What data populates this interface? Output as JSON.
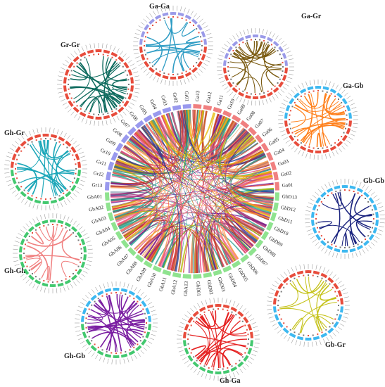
{
  "center": {
    "chromosomes": [
      {
        "name": "GbA01",
        "color": "#8fe38f"
      },
      {
        "name": "GbA02",
        "color": "#8fe38f"
      },
      {
        "name": "GbA03",
        "color": "#8fe38f"
      },
      {
        "name": "GbA04",
        "color": "#8fe38f"
      },
      {
        "name": "GbA05",
        "color": "#8fe38f"
      },
      {
        "name": "GbA06",
        "color": "#8fe38f"
      },
      {
        "name": "GbA07",
        "color": "#8fe38f"
      },
      {
        "name": "GbA08",
        "color": "#8fe38f"
      },
      {
        "name": "GbA09",
        "color": "#8fe38f"
      },
      {
        "name": "GbA10",
        "color": "#8fe38f"
      },
      {
        "name": "GbA11",
        "color": "#8fe38f"
      },
      {
        "name": "GbA12",
        "color": "#8fe38f"
      },
      {
        "name": "GbA13",
        "color": "#8fe38f"
      },
      {
        "name": "GbD01",
        "color": "#8fe38f"
      },
      {
        "name": "GbD02",
        "color": "#8fe38f"
      },
      {
        "name": "GbD03",
        "color": "#8fe38f"
      },
      {
        "name": "GbD04",
        "color": "#8fe38f"
      },
      {
        "name": "GbD05",
        "color": "#8fe38f"
      },
      {
        "name": "GbD06",
        "color": "#8fe38f"
      },
      {
        "name": "GbD07",
        "color": "#8fe38f"
      },
      {
        "name": "GbD08",
        "color": "#8fe38f"
      },
      {
        "name": "GbD09",
        "color": "#8fe38f"
      },
      {
        "name": "GbD10",
        "color": "#8fe38f"
      },
      {
        "name": "GbD11",
        "color": "#8fe38f"
      },
      {
        "name": "GbD12",
        "color": "#8fe38f"
      },
      {
        "name": "GbD13",
        "color": "#8fe38f"
      },
      {
        "name": "Ga01",
        "color": "#f08080"
      },
      {
        "name": "Ga02",
        "color": "#f08080"
      },
      {
        "name": "Ga03",
        "color": "#f08080"
      },
      {
        "name": "Ga04",
        "color": "#f08080"
      },
      {
        "name": "Ga05",
        "color": "#f08080"
      },
      {
        "name": "Ga06",
        "color": "#f08080"
      },
      {
        "name": "Ga07",
        "color": "#f08080"
      },
      {
        "name": "Ga08",
        "color": "#f08080"
      },
      {
        "name": "Ga09",
        "color": "#f08080"
      },
      {
        "name": "Ga10",
        "color": "#f08080"
      },
      {
        "name": "Ga11",
        "color": "#f08080"
      },
      {
        "name": "Ga12",
        "color": "#f08080"
      },
      {
        "name": "Ga13",
        "color": "#f08080"
      },
      {
        "name": "Gr01",
        "color": "#9999ee"
      },
      {
        "name": "Gr02",
        "color": "#9999ee"
      },
      {
        "name": "Gr03",
        "color": "#9999ee"
      },
      {
        "name": "Gr04",
        "color": "#9999ee"
      },
      {
        "name": "Gr05",
        "color": "#9999ee"
      },
      {
        "name": "Gr06",
        "color": "#9999ee"
      },
      {
        "name": "Gr07",
        "color": "#9999ee"
      },
      {
        "name": "Gr08",
        "color": "#9999ee"
      },
      {
        "name": "Gr09",
        "color": "#9999ee"
      },
      {
        "name": "Gr10",
        "color": "#9999ee"
      },
      {
        "name": "Gr11",
        "color": "#9999ee"
      },
      {
        "name": "Gr12",
        "color": "#9999ee"
      },
      {
        "name": "Gr13",
        "color": "#9999ee"
      }
    ],
    "link_colors": [
      "#e0457a",
      "#8b1a6b",
      "#1f3a93",
      "#2a9d8f",
      "#e76f51",
      "#f4a261",
      "#b5b800",
      "#6a1b9a",
      "#d62828",
      "#ff8c42",
      "#c0392b",
      "#16a085",
      "#e6b800",
      "#3d5a80",
      "#f06292"
    ]
  },
  "panels": [
    {
      "title": "Ga-Ga",
      "ring": [
        "#e74c3c",
        "#9a9ae8"
      ],
      "link": "#2e9cc4"
    },
    {
      "title": "Ga-Gr",
      "ring": [
        "#e74c3c",
        "#9a9ae8"
      ],
      "link": "#7a5a10"
    },
    {
      "title": "Ga-Gb",
      "ring": [
        "#e74c3c",
        "#3db8f0"
      ],
      "link": "#ff7f1a"
    },
    {
      "title": "Gb-Gb",
      "ring": [
        "#3db8f0",
        "#3db8f0"
      ],
      "link": "#1a237e"
    },
    {
      "title": "Gb-Gr",
      "ring": [
        "#3db8f0",
        "#e74c3c"
      ],
      "link": "#c5c21a"
    },
    {
      "title": "Gh-Ga",
      "ring": [
        "#43c86f",
        "#e74c3c"
      ],
      "link": "#e52222"
    },
    {
      "title": "Gh-Gb",
      "ring": [
        "#43c86f",
        "#3db8f0"
      ],
      "link": "#7b1fa2"
    },
    {
      "title": "Gh-Gh",
      "ring": [
        "#43c86f",
        "#43c86f"
      ],
      "link": "#f08080"
    },
    {
      "title": "Gh-Gr",
      "ring": [
        "#43c86f",
        "#e74c3c"
      ],
      "link": "#1aa6b8"
    },
    {
      "title": "Gr-Gr",
      "ring": [
        "#e74c3c",
        "#e74c3c"
      ],
      "link": "#0e6b5e"
    }
  ]
}
